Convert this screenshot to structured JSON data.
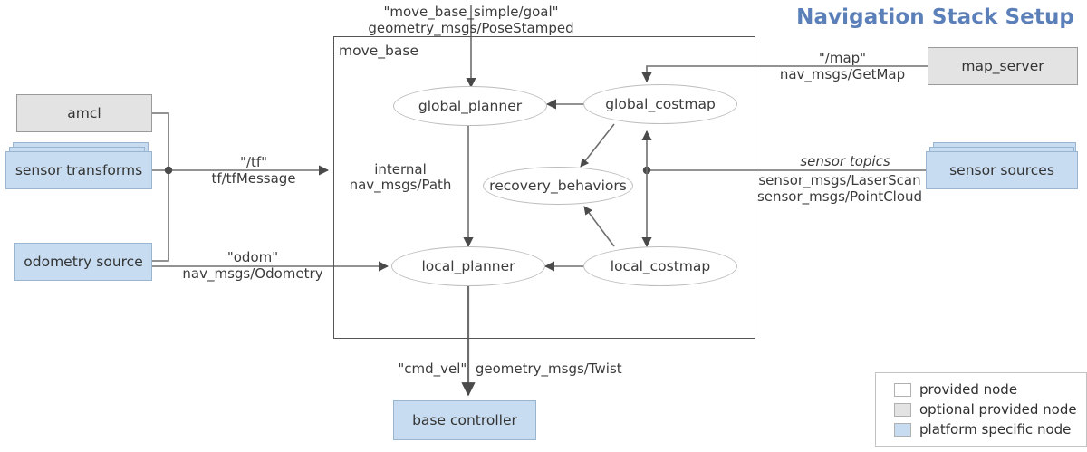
{
  "title": "Navigation Stack Setup",
  "container": {
    "name": "move_base",
    "internal_label": "internal\nnav_msgs/Path"
  },
  "internal_nodes": [
    {
      "id": "global_planner",
      "label": "global_planner"
    },
    {
      "id": "global_costmap",
      "label": "global_costmap"
    },
    {
      "id": "recovery_behaviors",
      "label": "recovery_behaviors"
    },
    {
      "id": "local_planner",
      "label": "local_planner"
    },
    {
      "id": "local_costmap",
      "label": "local_costmap"
    }
  ],
  "external_nodes": [
    {
      "id": "amcl",
      "label": "amcl",
      "kind": "optional-provided"
    },
    {
      "id": "sensor_transforms",
      "label": "sensor transforms",
      "kind": "platform-specific",
      "stacked": true
    },
    {
      "id": "odometry_source",
      "label": "odometry source",
      "kind": "platform-specific"
    },
    {
      "id": "map_server",
      "label": "map_server",
      "kind": "optional-provided"
    },
    {
      "id": "sensor_sources",
      "label": "sensor sources",
      "kind": "platform-specific",
      "stacked": true
    },
    {
      "id": "base_controller",
      "label": "base controller",
      "kind": "platform-specific"
    }
  ],
  "edge_labels": {
    "goal": "\"move_base_simple/goal\"\ngeometry_msgs/PoseStamped",
    "tf": "\"/tf\"\ntf/tfMessage",
    "odom": "\"odom\"\nnav_msgs/Odometry",
    "map": "\"/map\"\nnav_msgs/GetMap",
    "sensor_topics_title": "sensor topics",
    "sensor_topics_types": "sensor_msgs/LaserScan\nsensor_msgs/PointCloud",
    "cmd_vel": "\"cmd_vel\"  geometry_msgs/Twist"
  },
  "legend": {
    "items": [
      {
        "label": "provided node",
        "color": "#ffffff"
      },
      {
        "label": "optional provided node",
        "color": "#e3e3e3"
      },
      {
        "label": "platform specific node",
        "color": "#c7dcf0"
      }
    ]
  },
  "colors": {
    "title": "#5b7fb8",
    "provided_node": "#ffffff",
    "optional_provided_node": "#e3e3e3",
    "platform_specific_node": "#c7dcf0",
    "edge": "#6e6e6e",
    "container_border": "#555555"
  }
}
